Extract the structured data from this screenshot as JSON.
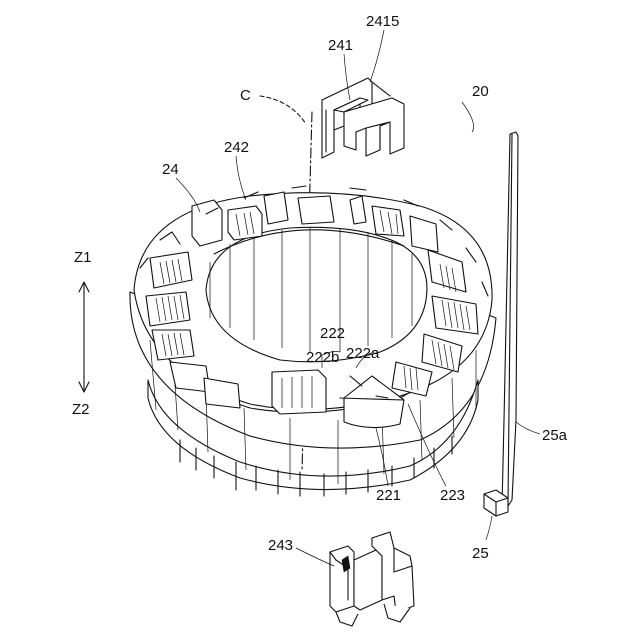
{
  "figure": {
    "labels": {
      "l2415": "2415",
      "l241": "241",
      "lC": "C",
      "l20": "20",
      "l242": "242",
      "l24": "24",
      "lZ1": "Z1",
      "lZ2": "Z2",
      "l222": "222",
      "l222b": "222b",
      "l222a": "222a",
      "l25a": "25a",
      "l221": "221",
      "l223": "223",
      "l243": "243",
      "l25": "25"
    }
  }
}
